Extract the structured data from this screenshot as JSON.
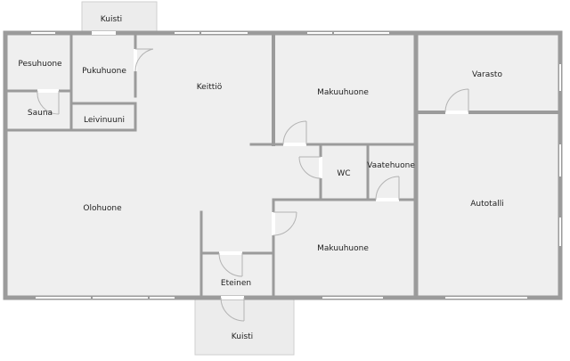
{
  "floorplan": {
    "rooms": {
      "kuisti_top": "Kuisti",
      "pesuhuone": "Pesuhuone",
      "pukuhuone": "Pukuhuone",
      "keittio": "Keittiö",
      "makuuhuone_top": "Makuuhuone",
      "varasto": "Varasto",
      "sauna": "Sauna",
      "leivinuuni": "Leivinuuni",
      "wc": "WC",
      "vaatehuone": "Vaatehuone",
      "olohuone": "Olohuone",
      "autotalli": "Autotalli",
      "makuuhuone_bottom": "Makuuhuone",
      "eteinen": "Eteinen",
      "kuisti_bottom": "Kuisti"
    }
  }
}
